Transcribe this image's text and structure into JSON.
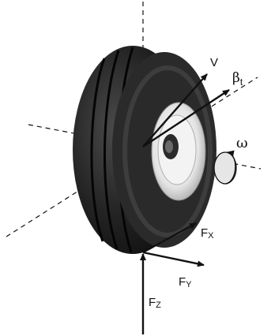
{
  "labels": {
    "v": "V",
    "beta": "β",
    "beta_sub": "t",
    "omega": "ω",
    "fx": "F",
    "fx_sub": "X",
    "fy": "F",
    "fy_sub": "Y",
    "fz": "F",
    "fz_sub": "Z"
  },
  "colors": {
    "tire": "#1c1c1c",
    "tread_groove": "#0a0a0a",
    "sidewall": "#2a2a2a",
    "rim": "#e8e8e8",
    "rim_shadow": "#9a9a9a",
    "hub": "#2b2b2b",
    "omega_fill": "#e6e6e6",
    "line": "#111111"
  }
}
